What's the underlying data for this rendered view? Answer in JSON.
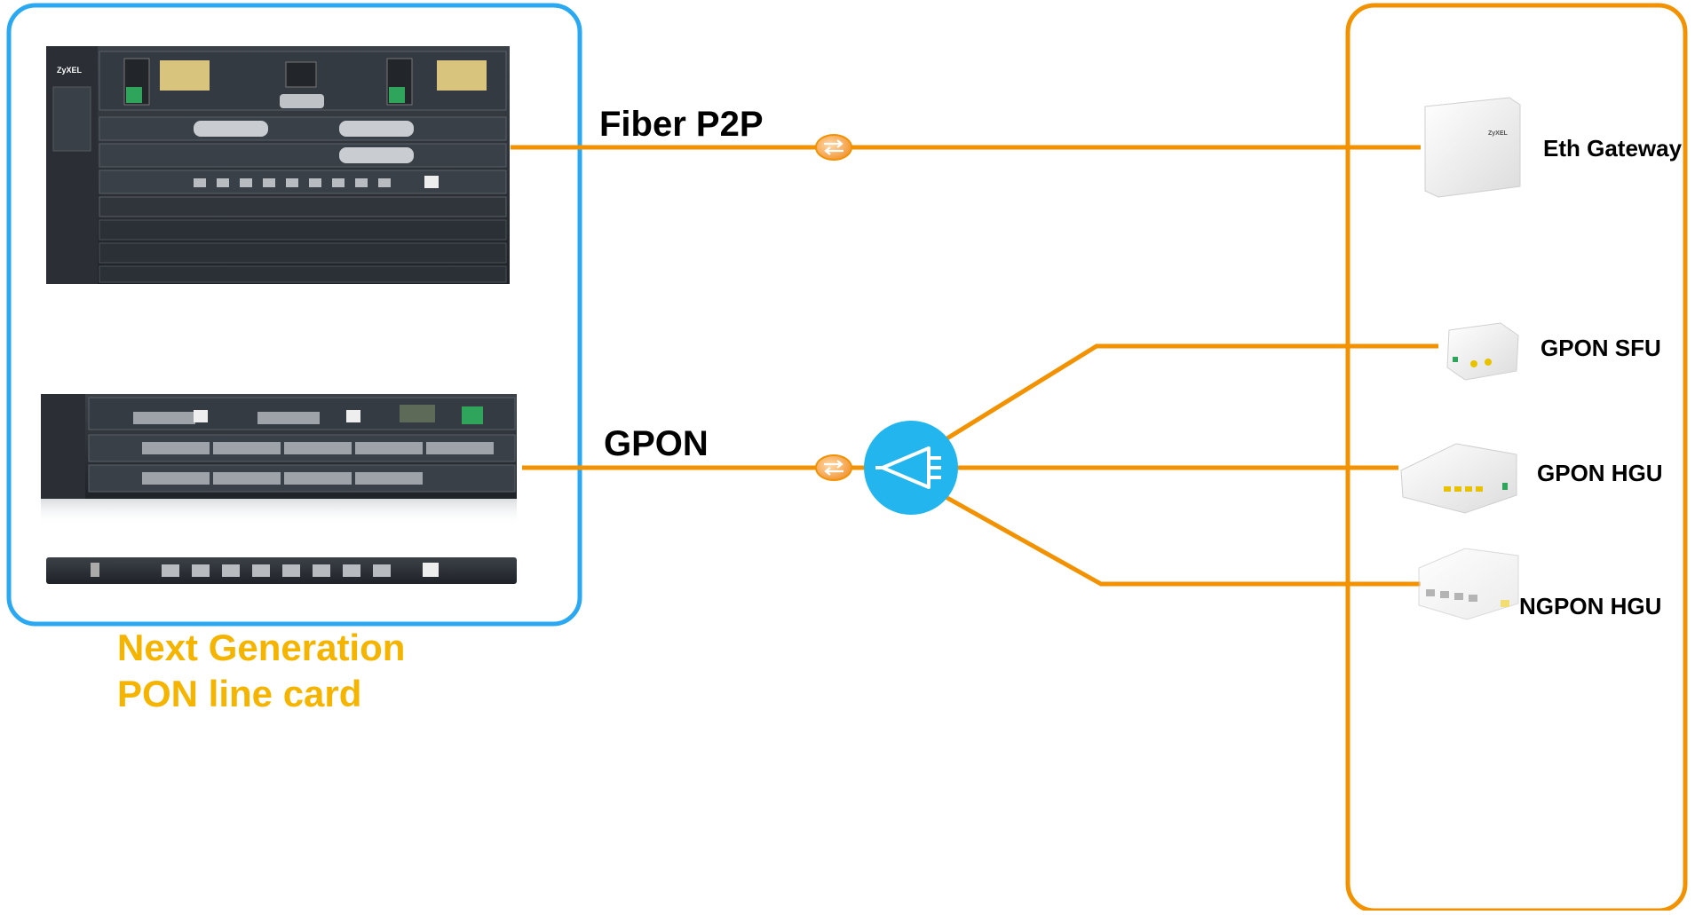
{
  "links": {
    "fiber_p2p": "Fiber P2P",
    "gpon": "GPON"
  },
  "olt_group": {
    "caption_line1": "Next Generation",
    "caption_line2": "PON line card",
    "brand": "ZyXEL",
    "border_color": "#2aa9f2"
  },
  "cpe_group": {
    "border_color": "#f39200",
    "devices": [
      {
        "label": "Eth Gateway",
        "brand": "ZyXEL"
      },
      {
        "label": "GPON SFU"
      },
      {
        "label": "GPON HGU"
      },
      {
        "label": "NGPON HGU"
      }
    ]
  },
  "colors": {
    "fiber": "#f39200",
    "splitter": "#23b5ee"
  }
}
